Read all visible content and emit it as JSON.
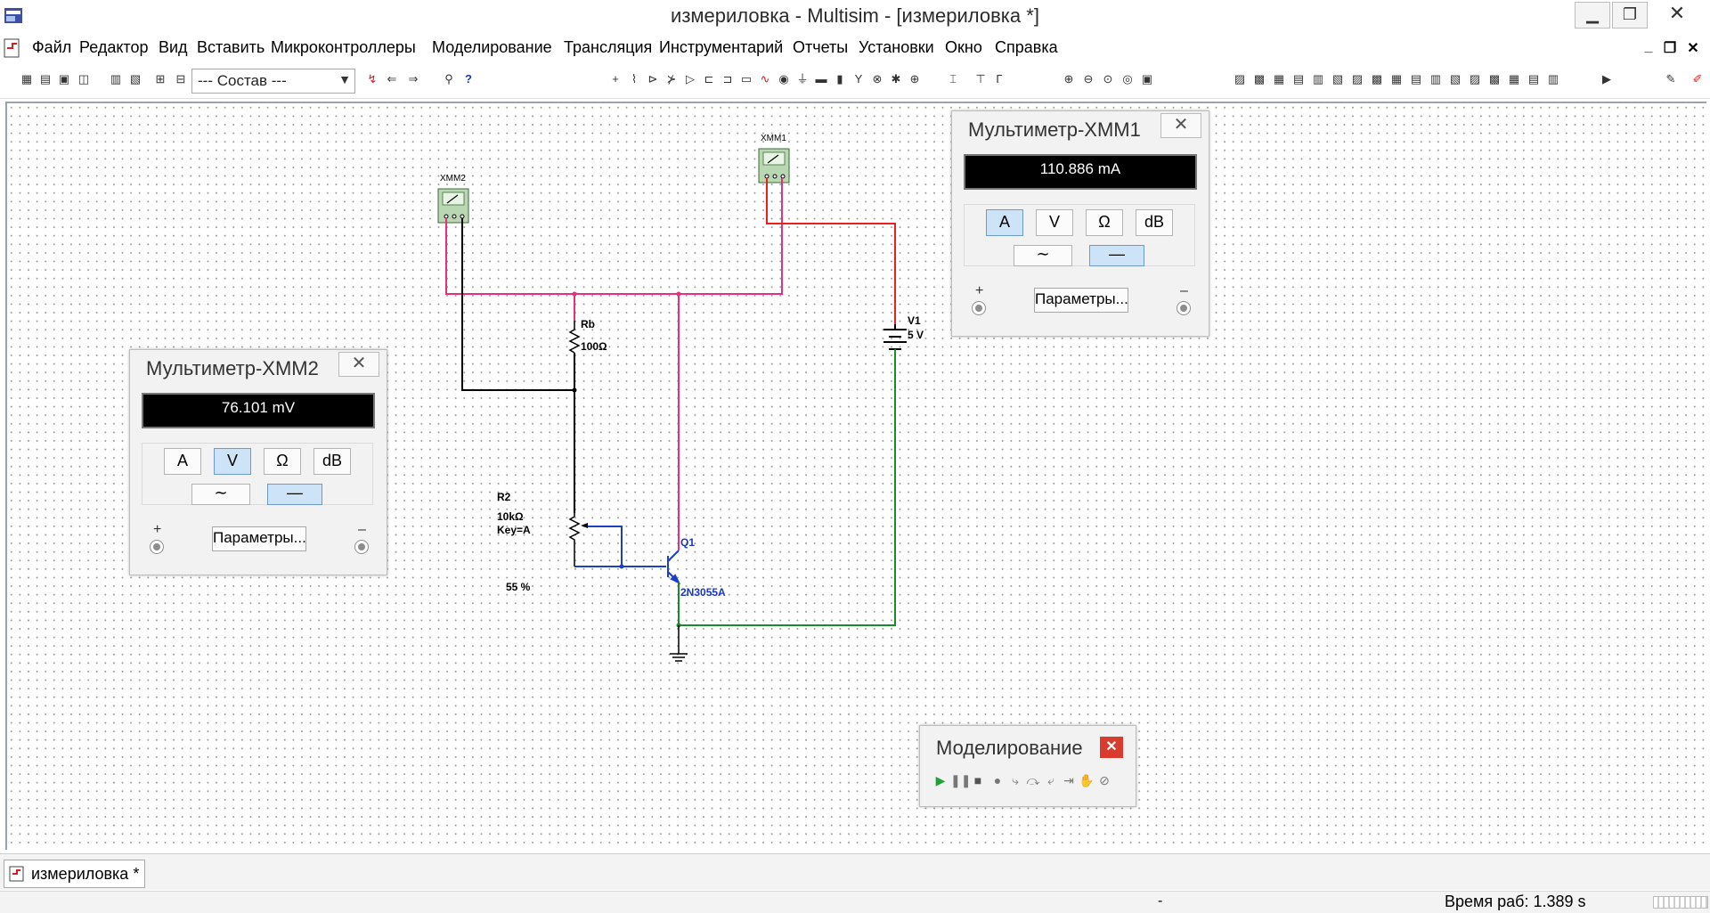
{
  "window": {
    "title": "измериловка - Multisim - [измериловка *]"
  },
  "menu": {
    "items": [
      "Файл",
      "Редактор",
      "Вид",
      "Вставить",
      "Микроконтроллеры",
      "Моделирование",
      "Трансляция",
      "Инструментарий",
      "Отчеты",
      "Установки",
      "Окно",
      "Справка"
    ]
  },
  "toolbar": {
    "combo_value": "--- Состав ---"
  },
  "schematic": {
    "xmm1_label": "XMM1",
    "xmm2_label": "XMM2",
    "rb_name": "Rb",
    "rb_value": "100Ω",
    "v1_name": "V1",
    "v1_value": "5 V",
    "r2_name": "R2",
    "r2_value": "10kΩ",
    "r2_key": "Key=A",
    "r2_percent": "55 %",
    "q1_name": "Q1",
    "q1_model": "2N3055A"
  },
  "multimeter1": {
    "title": "Мультиметр-XMM1",
    "reading": "110.886 mA",
    "modes": [
      "A",
      "V",
      "Ω",
      "dB"
    ],
    "active_mode": "A",
    "params_label": "Параметры...",
    "plus": "+",
    "minus": "–"
  },
  "multimeter2": {
    "title": "Мультиметр-XMM2",
    "reading": "76.101 mV",
    "modes": [
      "A",
      "V",
      "Ω",
      "dB"
    ],
    "active_mode": "V",
    "params_label": "Параметры...",
    "plus": "+",
    "minus": "–"
  },
  "simulation": {
    "title": "Моделирование"
  },
  "tabs": [
    {
      "label": "измериловка *"
    }
  ],
  "status": {
    "center": "-",
    "runtime": "Время раб: 1.389 s"
  },
  "colors": {
    "wire_pink": "#e8307a",
    "wire_red": "#e8201e",
    "wire_green": "#1b8a2a",
    "wire_blue": "#1d3fc2",
    "wire_black": "#000000"
  }
}
